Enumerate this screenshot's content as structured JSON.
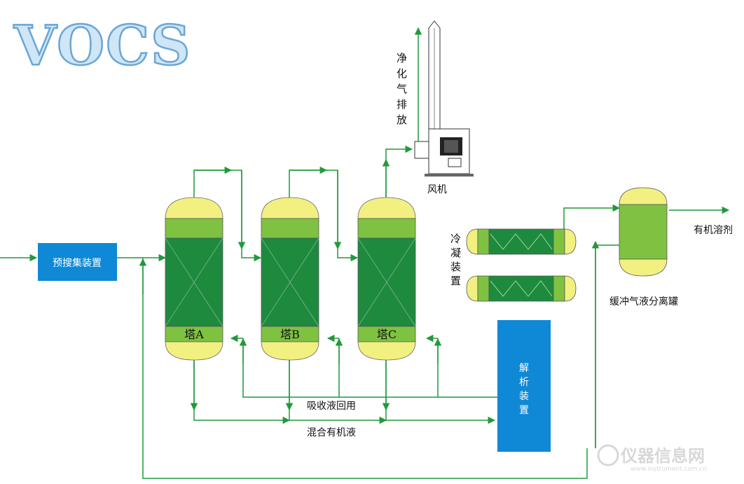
{
  "title": "VOCS",
  "labels": {
    "pre_collect": "预搜集装置",
    "tower_a": "塔A",
    "tower_b": "塔B",
    "tower_c": "塔C",
    "exhaust": [
      "净",
      "化",
      "气",
      "排",
      "放"
    ],
    "fan": "风机",
    "condenser": [
      "冷",
      "凝",
      "装",
      "置"
    ],
    "organic_solvent": "有机溶剂",
    "buffer_tank": "缓冲气液分离罐",
    "desorption": [
      "解",
      "析",
      "装",
      "置"
    ],
    "absorb_reuse": "吸收液回用",
    "mixed_organic": "混合有机液"
  },
  "watermark": {
    "text": "仪器信息网",
    "url": "www.instrument.com.cn"
  },
  "colors": {
    "pipe": "#1f9a3a",
    "tower_packing": "#1e8a3e",
    "tower_cap": "#f2f080",
    "tower_band": "#7fc241",
    "box_blue": "#0f88d6",
    "title_fill": "#cfe6f7"
  }
}
